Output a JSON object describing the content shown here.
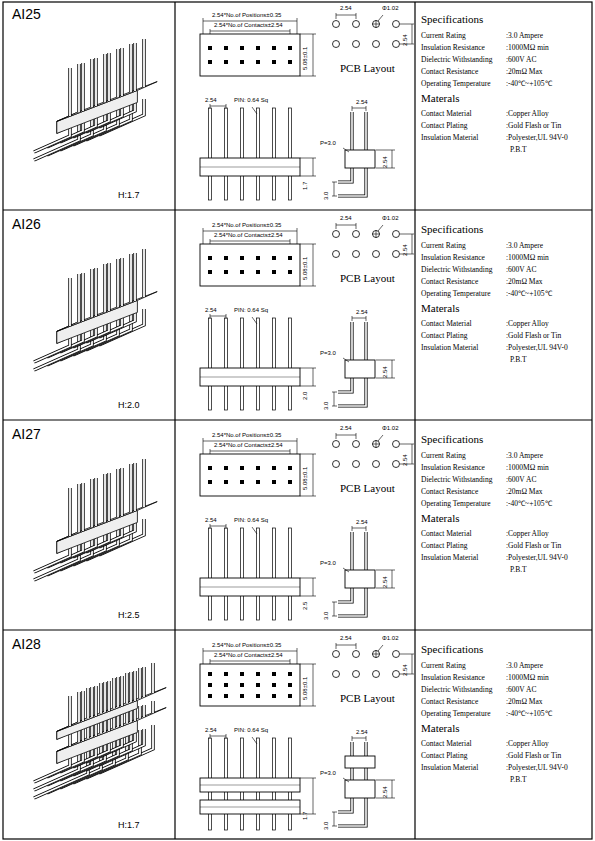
{
  "diagram": {
    "labels": [
      "AI25",
      "H:1.7",
      "2.54*No.of Positions±0.35",
      "2.54*No.of Contacts±2.54",
      "5.08±0.1",
      "2.54",
      "Φ1.02",
      "2.54",
      "PCB Layout",
      "2.54",
      "PIN: 0.64 Sq",
      "1.7",
      "2.54",
      "P=3.0",
      "2.54",
      "3.0",
      "Specifications",
      "Current Rating",
      ":3.0 Ampere",
      "Insulation Resistance",
      ":1000MΩ min",
      "Dielectric Withstanding",
      ":600V AC",
      "Contact Resistance",
      ":20mΩ Max",
      "Operating Temperature",
      ":-40℃~+105℃",
      "Materals",
      "Contact Material",
      ":Copper Alloy",
      "Contact Plating",
      ":Gold Flash or Tin",
      "Insulation Material",
      ":Polyester,UL 94V-0",
      "P.B.T",
      "AI26",
      "H:2.0",
      "2.54*No.of Positions±0.35",
      "2.54*No.of Contacts±2.54",
      "5.08±0.1",
      "2.54",
      "Φ1.02",
      "2.54",
      "PCB Layout",
      "2.54",
      "PIN: 0.64 Sq",
      "2.0",
      "2.54",
      "P=3.0",
      "2.54",
      "3.0",
      "Specifications",
      "Current Rating",
      ":3.0 Ampere",
      "Insulation Resistance",
      ":1000MΩ min",
      "Dielectric Withstanding",
      ":600V AC",
      "Contact Resistance",
      ":20mΩ Max",
      "Operating Temperature",
      ":-40℃~+105℃",
      "Materals",
      "Contact Material",
      ":Copper Alloy",
      "Contact Plating",
      ":Gold Flash or Tin",
      "Insulation Material",
      ":Polyester,UL 94V-0",
      "P.B.T",
      "AI27",
      "H:2.5",
      "2.54*No.of Positions±0.35",
      "2.54*No.of Contacts±2.54",
      "5.08±0.1",
      "2.54",
      "Φ1.02",
      "2.54",
      "PCB Layout",
      "2.54",
      "PIN: 0.64 Sq",
      "2.5",
      "2.54",
      "P=3.0",
      "2.54",
      "3.0",
      "Specifications",
      "Current Rating",
      ":3.0 Ampere",
      "Insulation Resistance",
      ":1000MΩ min",
      "Dielectric Withstanding",
      ":600V AC",
      "Contact Resistance",
      ":20mΩ Max",
      "Operating Temperature",
      ":-40℃~+105℃",
      "Materals",
      "Contact Material",
      ":Copper Alloy",
      "Contact Plating",
      ":Gold Flash or Tin",
      "Insulation Material",
      ":Polyester,UL 94V-0",
      "P.B.T",
      "AI28",
      "H:1.7",
      "2.54*No.of Positions±0.35",
      "2.54*No.of Contacts±2.54",
      "5.08±0.1",
      "2.54",
      "Φ1.02",
      "2.54",
      "PCB Layout",
      "2.54",
      "PIN: 0.64 Sq",
      "1.7",
      "2.54",
      "P=3.0",
      "2.54",
      "3.0",
      "Specifications",
      "Current Rating",
      ":3.0 Ampere",
      "Insulation Resistance",
      ":1000MΩ min",
      "Dielectric Withstanding",
      ":600V AC",
      "Contact Resistance",
      ":20mΩ Max",
      "Operating Temperature",
      ":-40℃~+105℃",
      "Materals",
      "Contact Material",
      ":Copper Alloy",
      "Contact Plating",
      ":Gold Flash or Tin",
      "Insulation Material",
      ":Polyester,UL 94V-0",
      "P.B.T"
    ]
  }
}
